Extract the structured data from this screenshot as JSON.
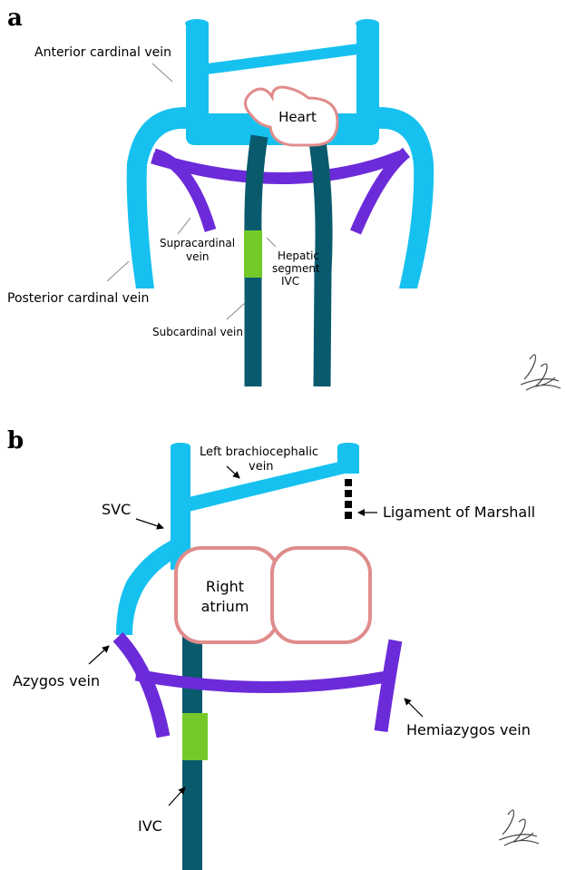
{
  "colors": {
    "cardinal": "#16c1f0",
    "azygos": "#6c2bd9",
    "subcardinal": "#0a5a6e",
    "hepatic": "#74c929",
    "heart_stroke": "#e08c8c",
    "ligament": "#000000"
  },
  "panel_a": {
    "letter": "a",
    "labels": {
      "anterior_cardinal": "Anterior cardinal vein",
      "heart": "Heart",
      "supracardinal_1": "Supracardinal",
      "supracardinal_2": "vein",
      "hepatic_1": "Hepatic",
      "hepatic_2": "segment",
      "hepatic_3": "IVC",
      "posterior_cardinal": "Posterior cardinal vein",
      "subcardinal": "Subcardinal vein"
    }
  },
  "panel_b": {
    "letter": "b",
    "labels": {
      "left_brachiocephalic_1": "Left brachiocephalic",
      "left_brachiocephalic_2": "vein",
      "svc": "SVC",
      "ligament": "Ligament of Marshall",
      "right_atrium_1": "Right",
      "right_atrium_2": "atrium",
      "azygos": "Azygos vein",
      "hemiazygos": "Hemiazygos vein",
      "ivc": "IVC"
    }
  }
}
